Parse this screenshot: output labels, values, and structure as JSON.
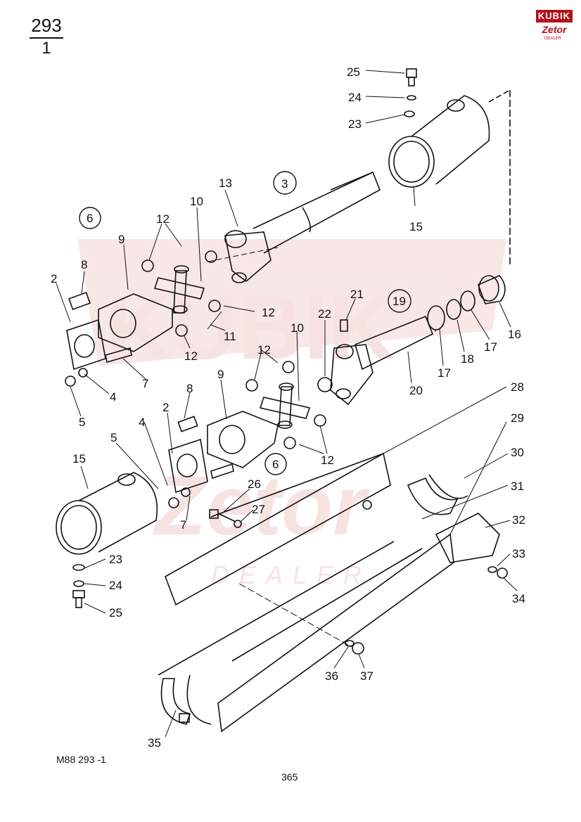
{
  "header": {
    "group_number": "293",
    "sheet_number": "1"
  },
  "footer": {
    "reference": "M88   293 -1",
    "page_number": "365"
  },
  "logo": {
    "brand_top": "KUBIK",
    "brand_bottom": "Zetor",
    "brand_tag": "DEALER",
    "color": "#b3121a"
  },
  "watermark": {
    "line1": "KUBIK",
    "line2": "Zetor",
    "line3": "DEALER",
    "color": "#f0c7c7"
  },
  "callouts": [
    "25",
    "24",
    "23",
    "3",
    "15",
    "13",
    "10",
    "12",
    "6",
    "9",
    "8",
    "2",
    "12",
    "11",
    "12",
    "21",
    "19",
    "22",
    "16",
    "17",
    "18",
    "17",
    "20",
    "7",
    "4",
    "5",
    "12",
    "10",
    "9",
    "8",
    "2",
    "4",
    "5",
    "12",
    "6",
    "7",
    "15",
    "26",
    "27",
    "28",
    "29",
    "30",
    "31",
    "32",
    "33",
    "34",
    "23",
    "24",
    "25",
    "36",
    "37",
    "35"
  ],
  "circled_callouts": [
    "3",
    "6",
    "19",
    "6"
  ]
}
